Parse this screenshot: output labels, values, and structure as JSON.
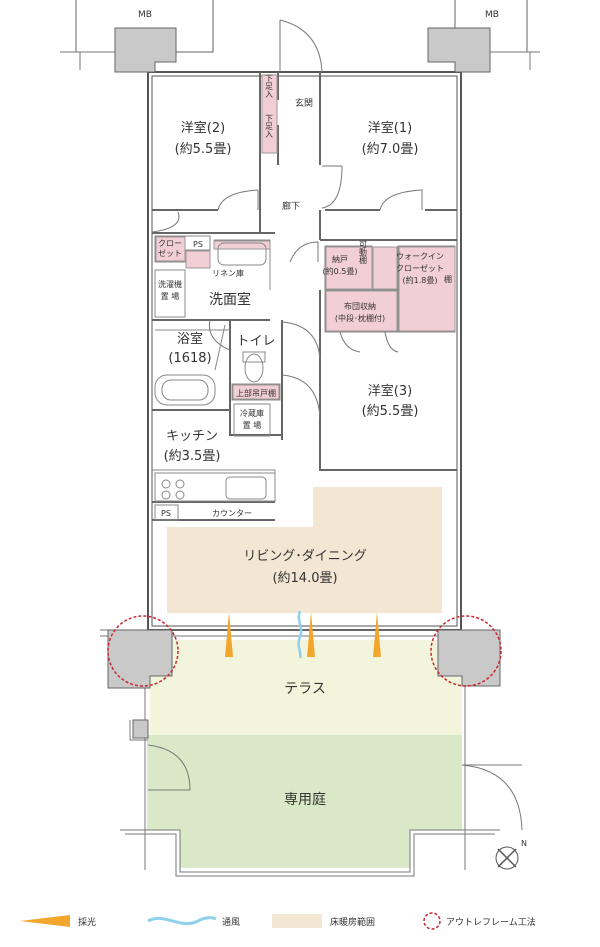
{
  "units": {
    "mb_left": "MB",
    "mb_right": "MB"
  },
  "rooms": {
    "western2_name": "洋室(2)",
    "western2_size": "(約5.5畳)",
    "western1_name": "洋室(1)",
    "western1_size": "(約7.0畳)",
    "entrance": "玄関",
    "shoe_top": "下足入",
    "shoe_bottom": "下足入",
    "hallway": "廊下",
    "closet": "クロー\nゼット",
    "ps_top": "PS",
    "linen": "リネン庫",
    "washer": "洗濯機\n置 場",
    "washroom": "洗面室",
    "bath_name": "浴室",
    "bath_size": "(1618)",
    "toilet": "トイレ",
    "upper_cabinet": "上部吊戸棚",
    "fridge": "冷蔵庫\n置 場",
    "kitchen_name": "キッチン",
    "kitchen_size": "(約3.5畳)",
    "ps_bottom": "PS",
    "counter": "カウンター",
    "nando": "納戸",
    "nando_size": "(約0.5畳)",
    "movable_shelf": "可動棚",
    "walkin": "ウォークイン\nクローゼット\n(約1.8畳)",
    "shelf": "棚",
    "futon": "布団収納\n(中段･枕棚付)",
    "western3_name": "洋室(3)",
    "western3_size": "(約5.5畳)",
    "living_name": "リビング･ダイニング",
    "living_size": "(約14.0畳)",
    "terrace": "テラス",
    "garden": "専用庭"
  },
  "compass": {
    "north_label": "N"
  },
  "legend": {
    "sunlight": "採光",
    "ventilation": "通風",
    "floor_heating": "床暖房範囲",
    "outframe": "アウトレフレーム工法"
  },
  "colors": {
    "floor_heating": "#f3e6d2",
    "terrace": "#f3f4dc",
    "garden": "#d9e8c6",
    "storage_pink": "#f2cfd6",
    "sunlight_arrow": "#f2a62c",
    "ventilation": "#8fd0ec",
    "outframe_circle": "#c8282e",
    "wall_gray": "#c9c9c9"
  }
}
